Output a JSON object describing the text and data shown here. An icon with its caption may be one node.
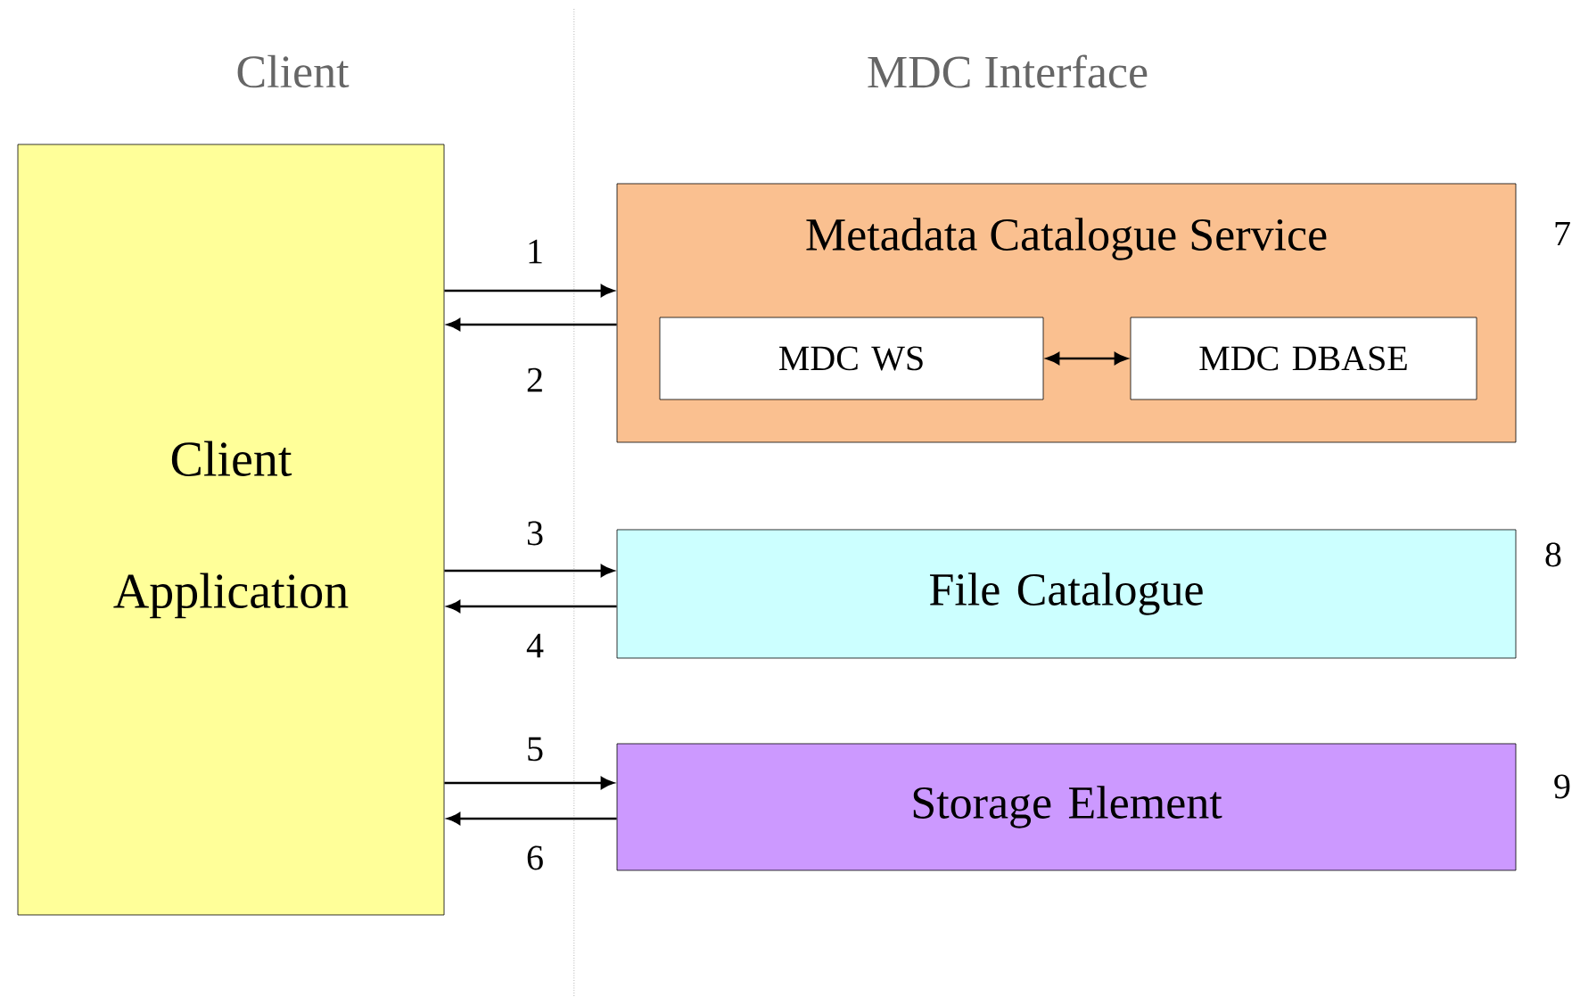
{
  "diagram": {
    "nodes": [
      {
        "text": [
          "Client Application"
        ]
      },
      {
        "text": [
          "Metadata Catalogue Service"
        ],
        "beside": [
          "7"
        ]
      },
      {
        "text": [
          "MDC WS"
        ],
        "in": 1
      },
      {
        "text": [
          "MDC DBASE"
        ],
        "in": 1
      },
      {
        "text": [
          "File Catalogue"
        ],
        "beside": [
          "8"
        ]
      },
      {
        "text": [
          "Storage Element"
        ],
        "beside": [
          "9"
        ]
      }
    ],
    "edges": [
      {
        "from": 0,
        "to": 1,
        "arrow": "to",
        "label": "1"
      },
      {
        "from": 1,
        "to": 0,
        "arrow": "to",
        "label": "2"
      },
      {
        "from": 0,
        "to": 4,
        "arrow": "to",
        "label": "3"
      },
      {
        "from": 4,
        "to": 0,
        "arrow": "to",
        "label": "4"
      },
      {
        "from": 0,
        "to": 5,
        "arrow": "to",
        "label": "5"
      },
      {
        "from": 5,
        "to": 0,
        "arrow": "to",
        "label": "6"
      },
      {
        "from": 2,
        "to": 3,
        "arrow": "both"
      }
    ],
    "labels": [
      "Client",
      "MDC Interface"
    ]
  }
}
